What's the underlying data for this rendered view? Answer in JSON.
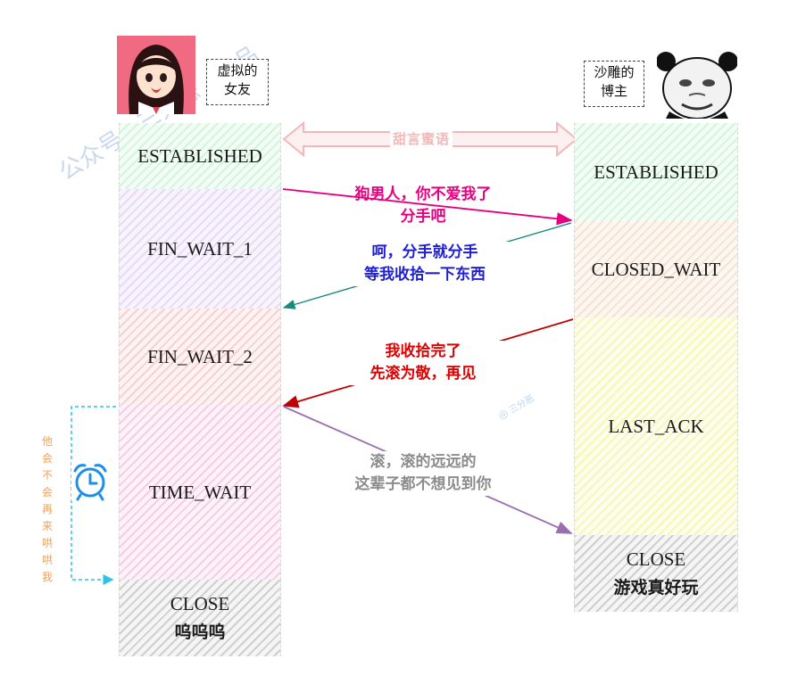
{
  "watermark": {
    "text": "公众号 · 三分恶 · 出品",
    "small": "三分恶"
  },
  "left_party": {
    "label_line1": "虚拟的",
    "label_line2": "女友",
    "avatar_icon": "cartoon-girl-avatar-icon"
  },
  "right_party": {
    "label_line1": "沙雕的",
    "label_line2": "博主",
    "avatar_icon": "panda-meme-avatar-icon"
  },
  "sweet_talk": "甜言蜜语",
  "left_states": [
    {
      "name": "ESTABLISHED",
      "sub": ""
    },
    {
      "name": "FIN_WAIT_1",
      "sub": ""
    },
    {
      "name": "FIN_WAIT_2",
      "sub": ""
    },
    {
      "name": "TIME_WAIT",
      "sub": ""
    },
    {
      "name": "CLOSE",
      "sub": "呜呜呜"
    }
  ],
  "right_states": [
    {
      "name": "ESTABLISHED",
      "sub": ""
    },
    {
      "name": "CLOSED_WAIT",
      "sub": ""
    },
    {
      "name": "LAST_ACK",
      "sub": ""
    },
    {
      "name": "CLOSE",
      "sub": "游戏真好玩"
    }
  ],
  "messages": [
    {
      "line1": "狗男人，你不爱我了",
      "line2": "分手吧",
      "color": "#e6007e"
    },
    {
      "line1": "呵，分手就分手",
      "line2": "等我收拾一下东西",
      "color": "#1f1fd1"
    },
    {
      "line1": "我收拾完了",
      "line2": "先滚为敬，再见",
      "color": "#e00000"
    },
    {
      "line1": "滚，滚的远远的",
      "line2": "这辈子都不想见到你",
      "color": "#8c8c8c"
    }
  ],
  "timeout_note": [
    "他",
    "会",
    "不",
    "会",
    "再",
    "来",
    "哄",
    "哄",
    "我"
  ],
  "timer_icon": "alarm-clock-icon",
  "colors": {
    "msg1_arrow": "#e6007e",
    "msg2_arrow": "#1a8a80",
    "msg3_arrow": "#c00000",
    "msg4_arrow": "#9a6fb0",
    "timeout_dashed": "#2ec3e6",
    "timeout_text": "#f2a15d",
    "sweet_arrow": "#f4b6b6"
  }
}
